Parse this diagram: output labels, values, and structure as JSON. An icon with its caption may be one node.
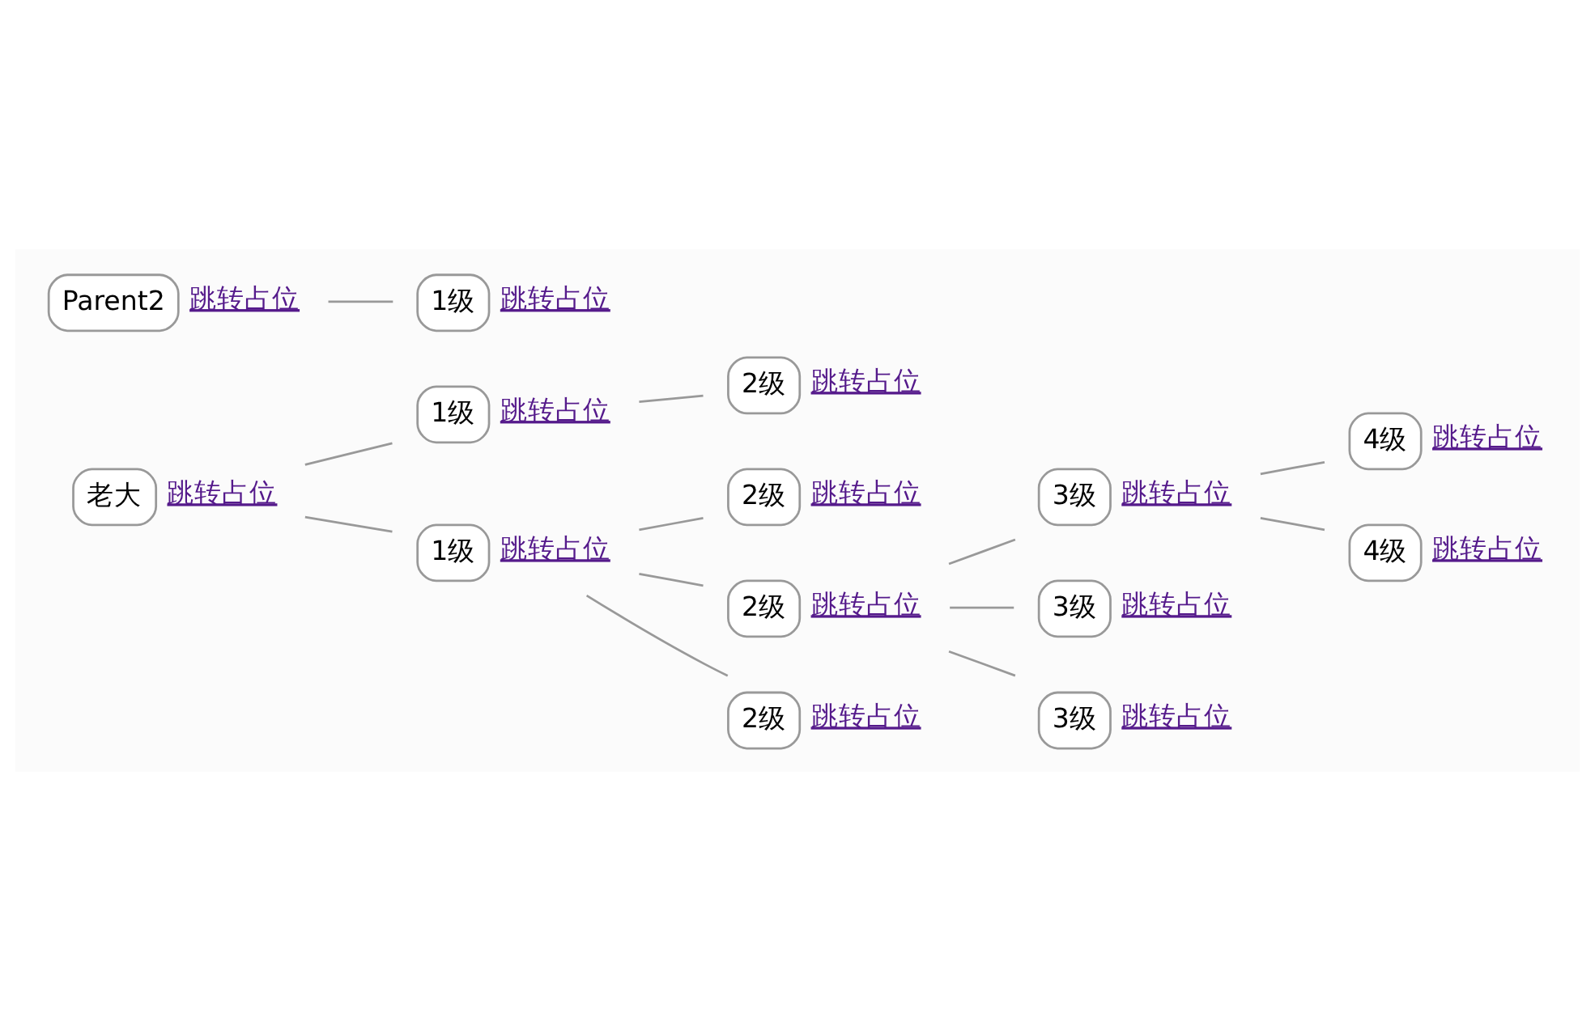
{
  "diagram": {
    "nodes": [
      {
        "text": [
          "老大"
        ],
        "beside": [
          "跳转占位"
        ]
      },
      {
        "text": [
          "1级"
        ],
        "beside": [
          "跳转占位"
        ]
      },
      {
        "text": [
          "2级"
        ],
        "beside": [
          "跳转占位"
        ]
      },
      {
        "text": [
          "1级"
        ],
        "beside": [
          "跳转占位"
        ]
      },
      {
        "text": [
          "2级"
        ],
        "beside": [
          "跳转占位"
        ]
      },
      {
        "text": [
          "2级"
        ],
        "beside": [
          "跳转占位"
        ]
      },
      {
        "text": [
          "3级"
        ],
        "beside": [
          "跳转占位"
        ]
      },
      {
        "text": [
          "4级"
        ],
        "beside": [
          "跳转占位"
        ]
      },
      {
        "text": [
          "4级"
        ],
        "beside": [
          "跳转占位"
        ]
      },
      {
        "text": [
          "3级"
        ],
        "beside": [
          "跳转占位"
        ]
      },
      {
        "text": [
          "3级"
        ],
        "beside": [
          "跳转占位"
        ]
      },
      {
        "text": [
          "2级"
        ],
        "beside": [
          "跳转占位"
        ]
      },
      {
        "text": [
          "Parent2"
        ],
        "beside": [
          "跳转占位"
        ]
      },
      {
        "text": [
          "1级"
        ],
        "beside": [
          "跳转占位"
        ]
      }
    ],
    "edges": [
      {
        "from": 0,
        "to": 1,
        "arrow": "none"
      },
      {
        "from": 1,
        "to": 2,
        "arrow": "none"
      },
      {
        "from": 0,
        "to": 3,
        "arrow": "none"
      },
      {
        "from": 3,
        "to": 4,
        "arrow": "none"
      },
      {
        "from": 3,
        "to": 5,
        "arrow": "none"
      },
      {
        "from": 5,
        "to": 6,
        "arrow": "none"
      },
      {
        "from": 6,
        "to": 7,
        "arrow": "none"
      },
      {
        "from": 6,
        "to": 8,
        "arrow": "none"
      },
      {
        "from": 5,
        "to": 9,
        "arrow": "none"
      },
      {
        "from": 5,
        "to": 10,
        "arrow": "none"
      },
      {
        "from": 3,
        "to": 11,
        "arrow": "none"
      },
      {
        "from": 12,
        "to": 13,
        "arrow": "none"
      }
    ]
  }
}
